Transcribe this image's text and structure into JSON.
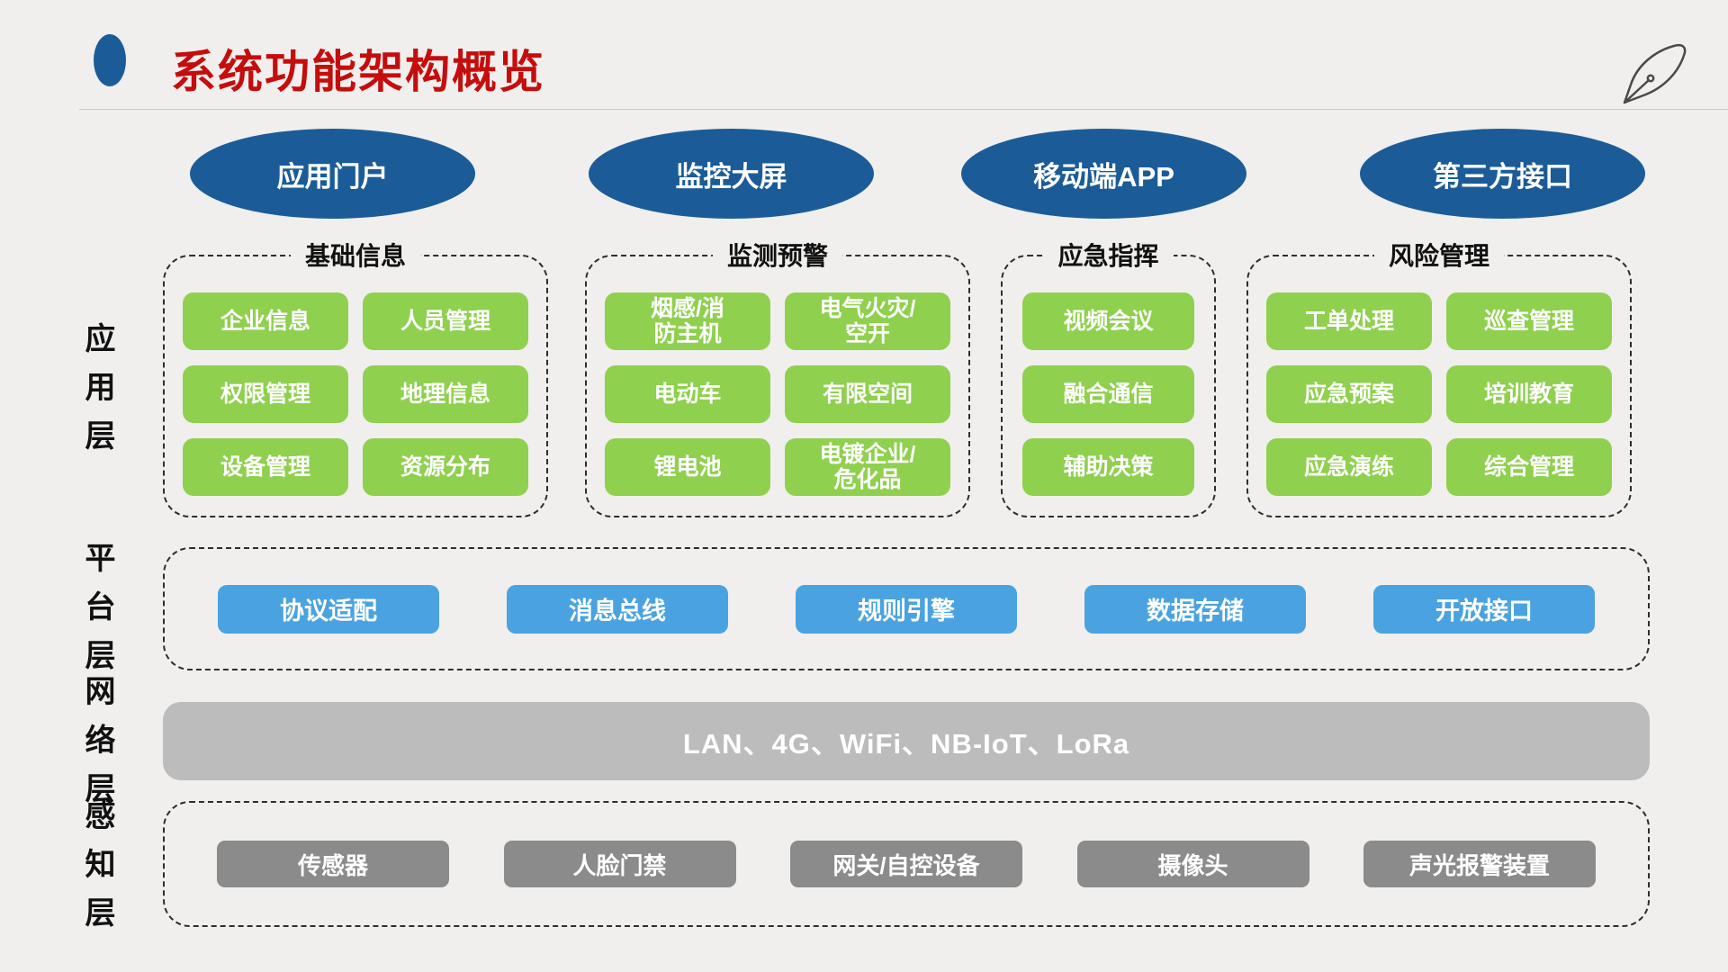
{
  "slide": {
    "title": "系统功能架构概览"
  },
  "top_ovals": [
    "应用门户",
    "监控大屏",
    "移动端APP",
    "第三方接口"
  ],
  "layers": {
    "application": {
      "label": "应用层",
      "groups": [
        {
          "title": "基础信息",
          "items": [
            "企业信息",
            "人员管理",
            "权限管理",
            "地理信息",
            "设备管理",
            "资源分布"
          ]
        },
        {
          "title": "监测预警",
          "items": [
            "烟感/消\n防主机",
            "电气火灾/\n空开",
            "电动车",
            "有限空间",
            "锂电池",
            "电镀企业/\n危化品"
          ]
        },
        {
          "title": "应急指挥",
          "items": [
            "视频会议",
            "融合通信",
            "辅助决策"
          ]
        },
        {
          "title": "风险管理",
          "items": [
            "工单处理",
            "巡查管理",
            "应急预案",
            "培训教育",
            "应急演练",
            "综合管理"
          ]
        }
      ]
    },
    "platform": {
      "label": "平台层",
      "items": [
        "协议适配",
        "消息总线",
        "规则引擎",
        "数据存储",
        "开放接口"
      ]
    },
    "network": {
      "label": "网络层",
      "bar_text": "LAN、4G、WiFi、NB-IoT、LoRa"
    },
    "perception": {
      "label": "感知层",
      "items": [
        "传感器",
        "人脸门禁",
        "网关/自控设备",
        "摄像头",
        "声光报警装置"
      ]
    }
  },
  "icons": {
    "pen": "pen-icon",
    "bullet": "bullet-ellipse-icon"
  },
  "colors": {
    "background": "#F0EFED",
    "title_red": "#C50D0D",
    "oval_blue": "#1B5C98",
    "function_green": "#8FD04E",
    "platform_blue": "#4AA3E0",
    "network_gray": "#BCBCBC",
    "device_gray": "#8B8B8B",
    "dashed_border": "#2E2E2E"
  }
}
